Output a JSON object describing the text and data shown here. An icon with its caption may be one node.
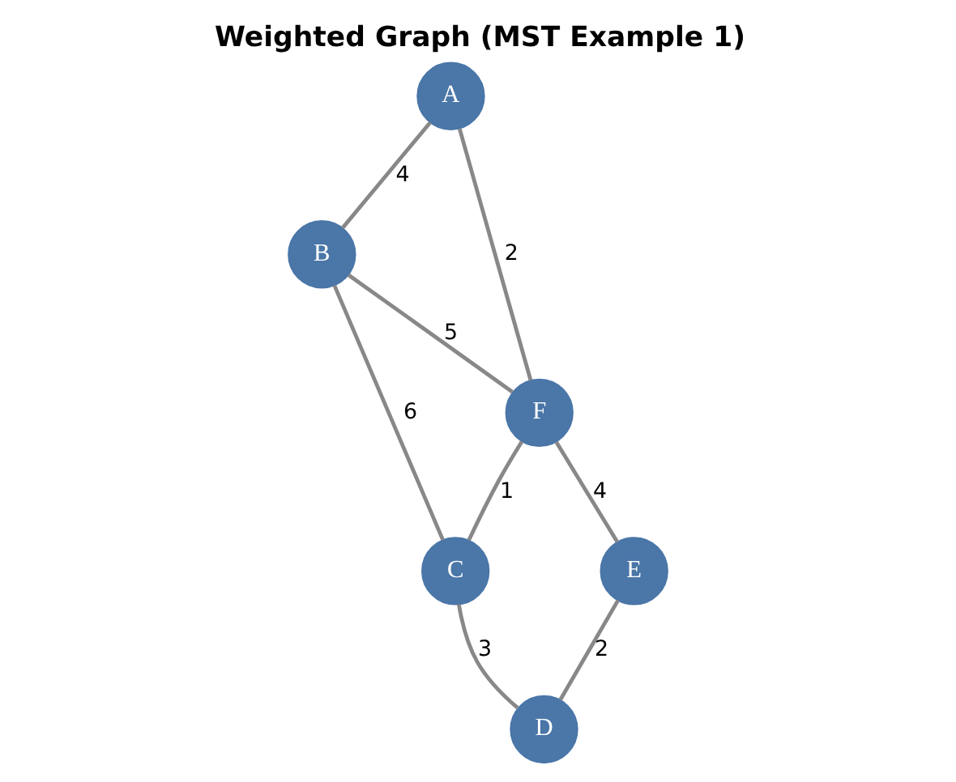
{
  "diagram": {
    "title": "Weighted Graph (MST Example 1)",
    "nodes": [
      {
        "text": [
          "A"
        ]
      },
      {
        "text": [
          "B"
        ]
      },
      {
        "text": [
          "C"
        ]
      },
      {
        "text": [
          "D"
        ]
      },
      {
        "text": [
          "E"
        ]
      },
      {
        "text": [
          "F"
        ]
      }
    ],
    "edges": [
      {
        "from": 0,
        "to": 1,
        "arrow": "none",
        "label": "4"
      },
      {
        "from": 0,
        "to": 5,
        "arrow": "none",
        "label": "2"
      },
      {
        "from": 1,
        "to": 5,
        "arrow": "none",
        "label": "5"
      },
      {
        "from": 1,
        "to": 2,
        "arrow": "none",
        "label": "6"
      },
      {
        "from": 5,
        "to": 2,
        "arrow": "none",
        "label": "1"
      },
      {
        "from": 2,
        "to": 3,
        "arrow": "none",
        "label": "3"
      },
      {
        "from": 5,
        "to": 4,
        "arrow": "none",
        "label": "4"
      },
      {
        "from": 4,
        "to": 3,
        "arrow": "none",
        "label": "2"
      }
    ]
  }
}
